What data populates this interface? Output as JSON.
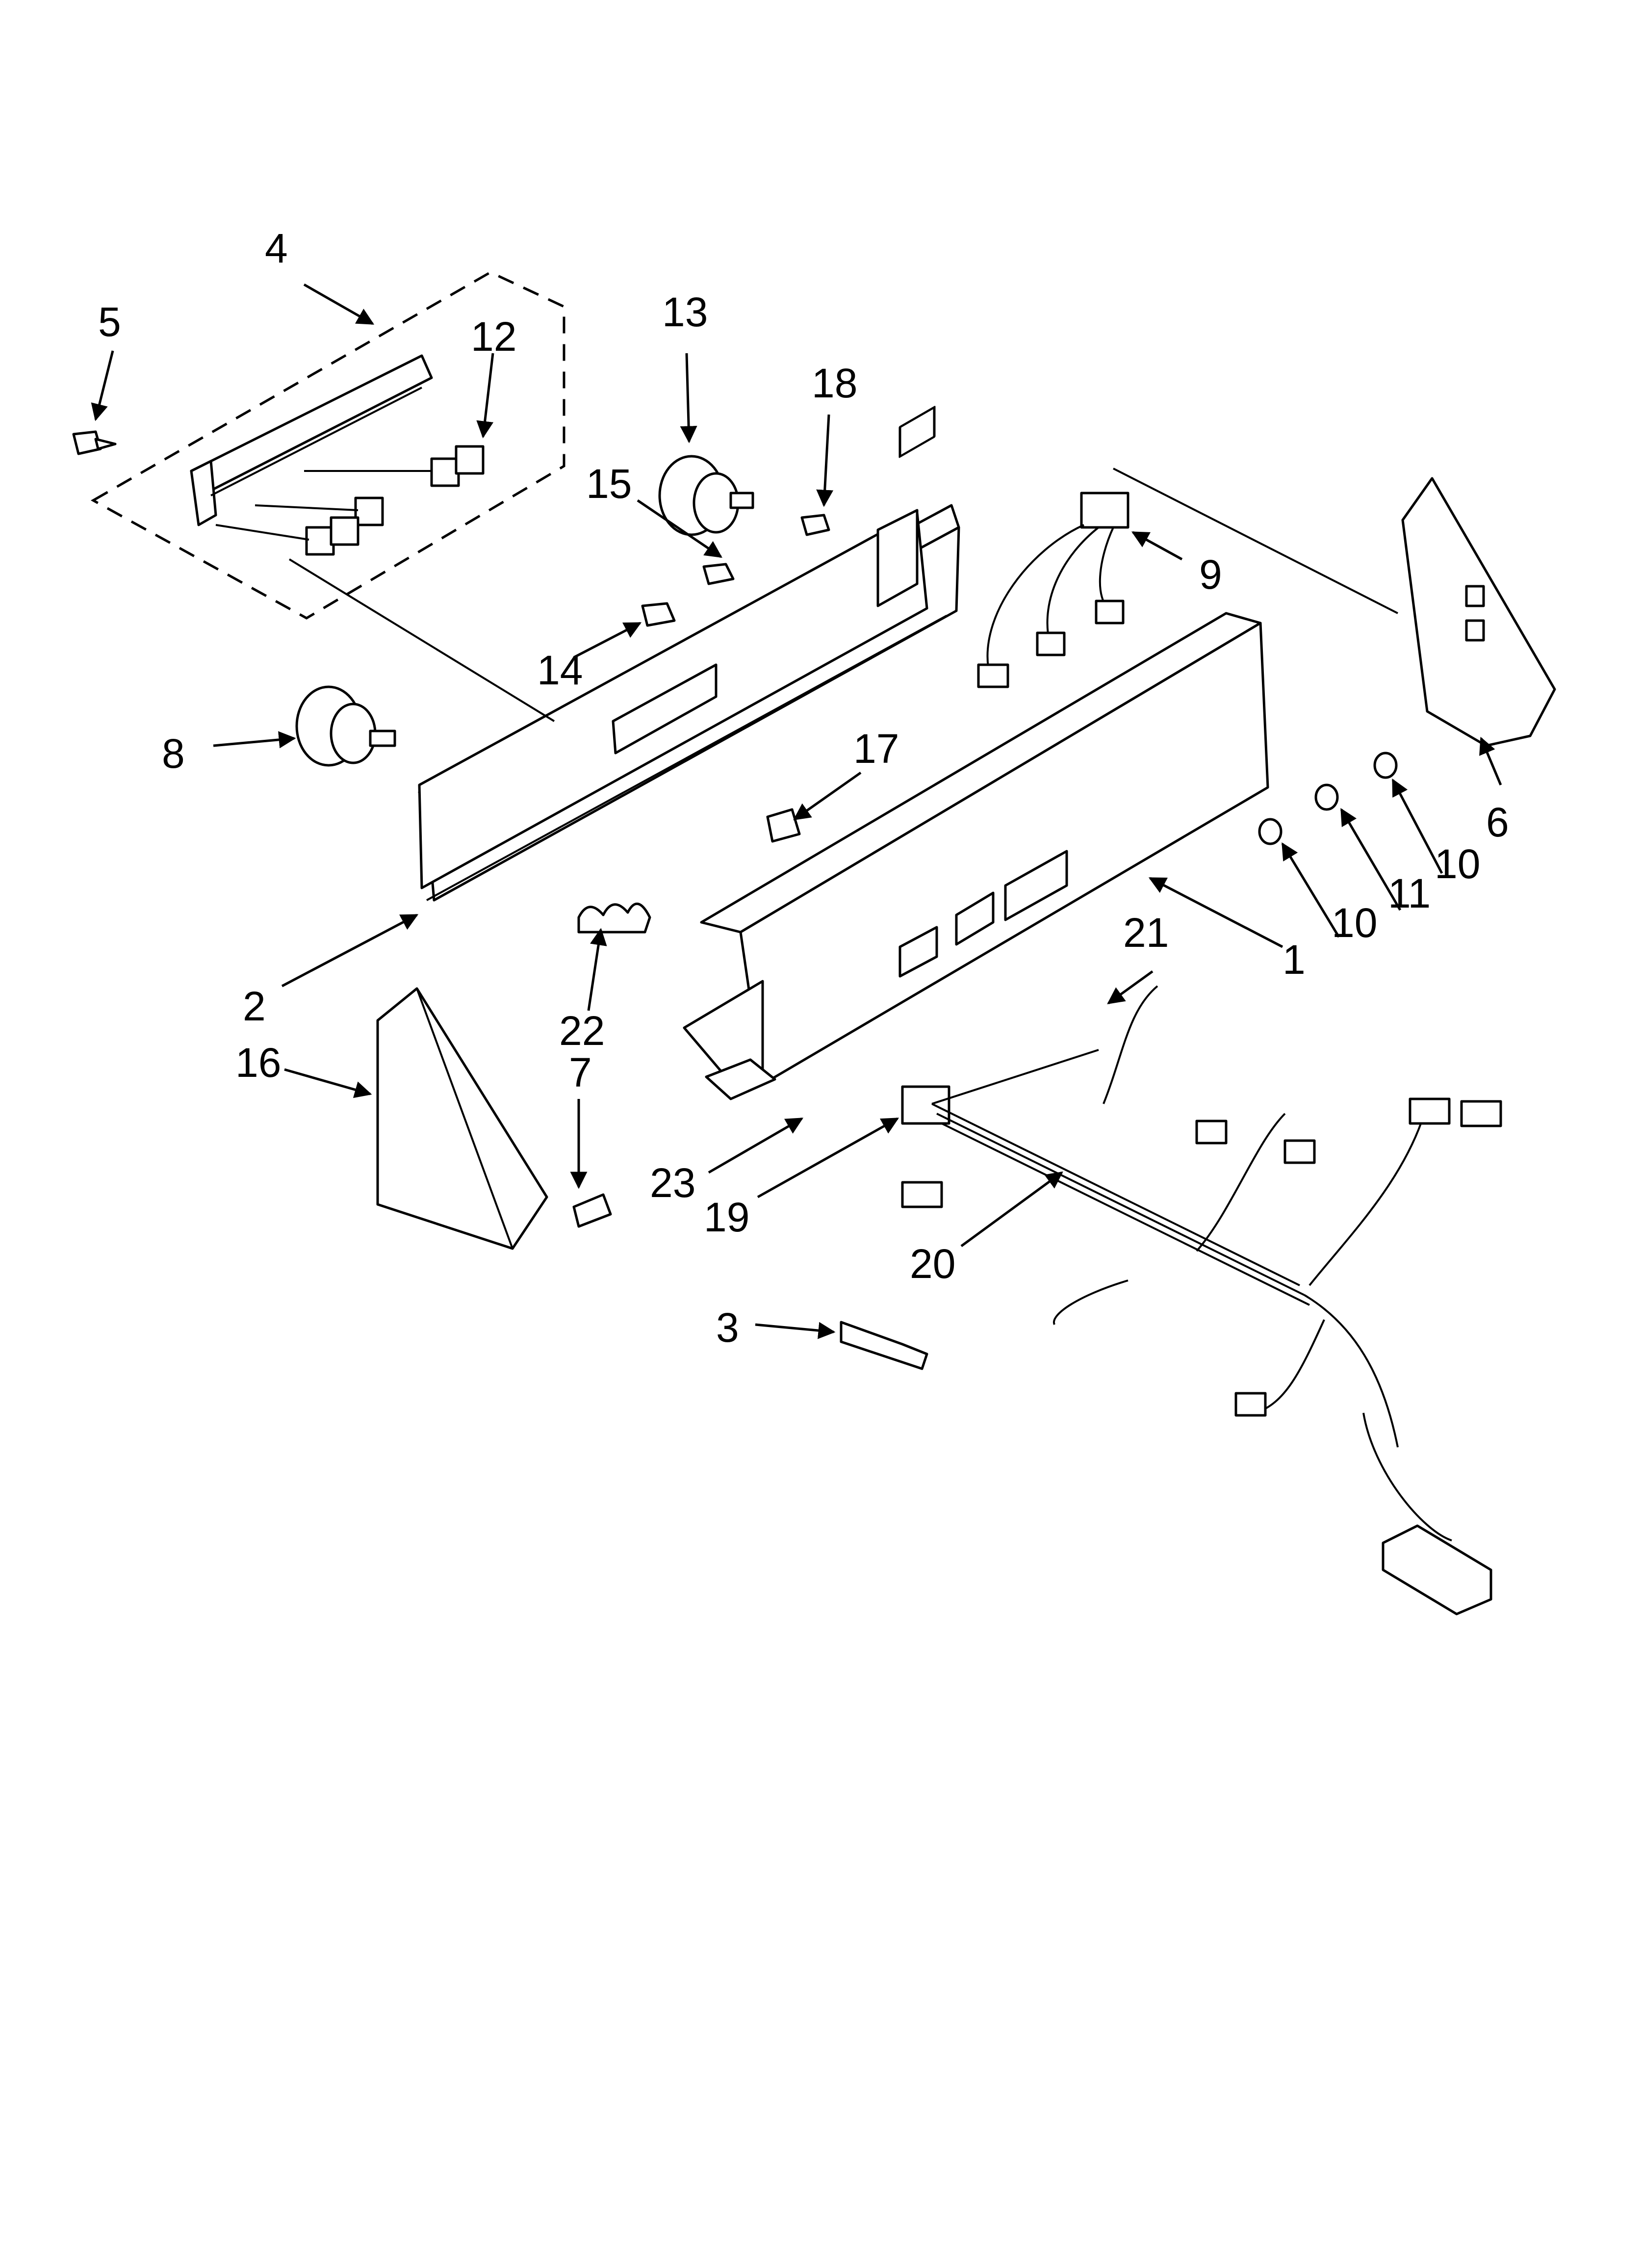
{
  "diagram": {
    "callouts": [
      {
        "id": "c1",
        "label": "1"
      },
      {
        "id": "c2",
        "label": "2"
      },
      {
        "id": "c3",
        "label": "3"
      },
      {
        "id": "c4",
        "label": "4"
      },
      {
        "id": "c5",
        "label": "5"
      },
      {
        "id": "c6",
        "label": "6"
      },
      {
        "id": "c7",
        "label": "7"
      },
      {
        "id": "c8",
        "label": "8"
      },
      {
        "id": "c9",
        "label": "9"
      },
      {
        "id": "c10a",
        "label": "10"
      },
      {
        "id": "c10b",
        "label": "10"
      },
      {
        "id": "c11",
        "label": "11"
      },
      {
        "id": "c12",
        "label": "12"
      },
      {
        "id": "c13",
        "label": "13"
      },
      {
        "id": "c14",
        "label": "14"
      },
      {
        "id": "c15",
        "label": "15"
      },
      {
        "id": "c16",
        "label": "16"
      },
      {
        "id": "c17",
        "label": "17"
      },
      {
        "id": "c18",
        "label": "18"
      },
      {
        "id": "c19",
        "label": "19"
      },
      {
        "id": "c20",
        "label": "20"
      },
      {
        "id": "c21",
        "label": "21"
      },
      {
        "id": "c22",
        "label": "22"
      },
      {
        "id": "c23",
        "label": "23"
      }
    ],
    "line_color": "#000000",
    "background": "#ffffff"
  }
}
